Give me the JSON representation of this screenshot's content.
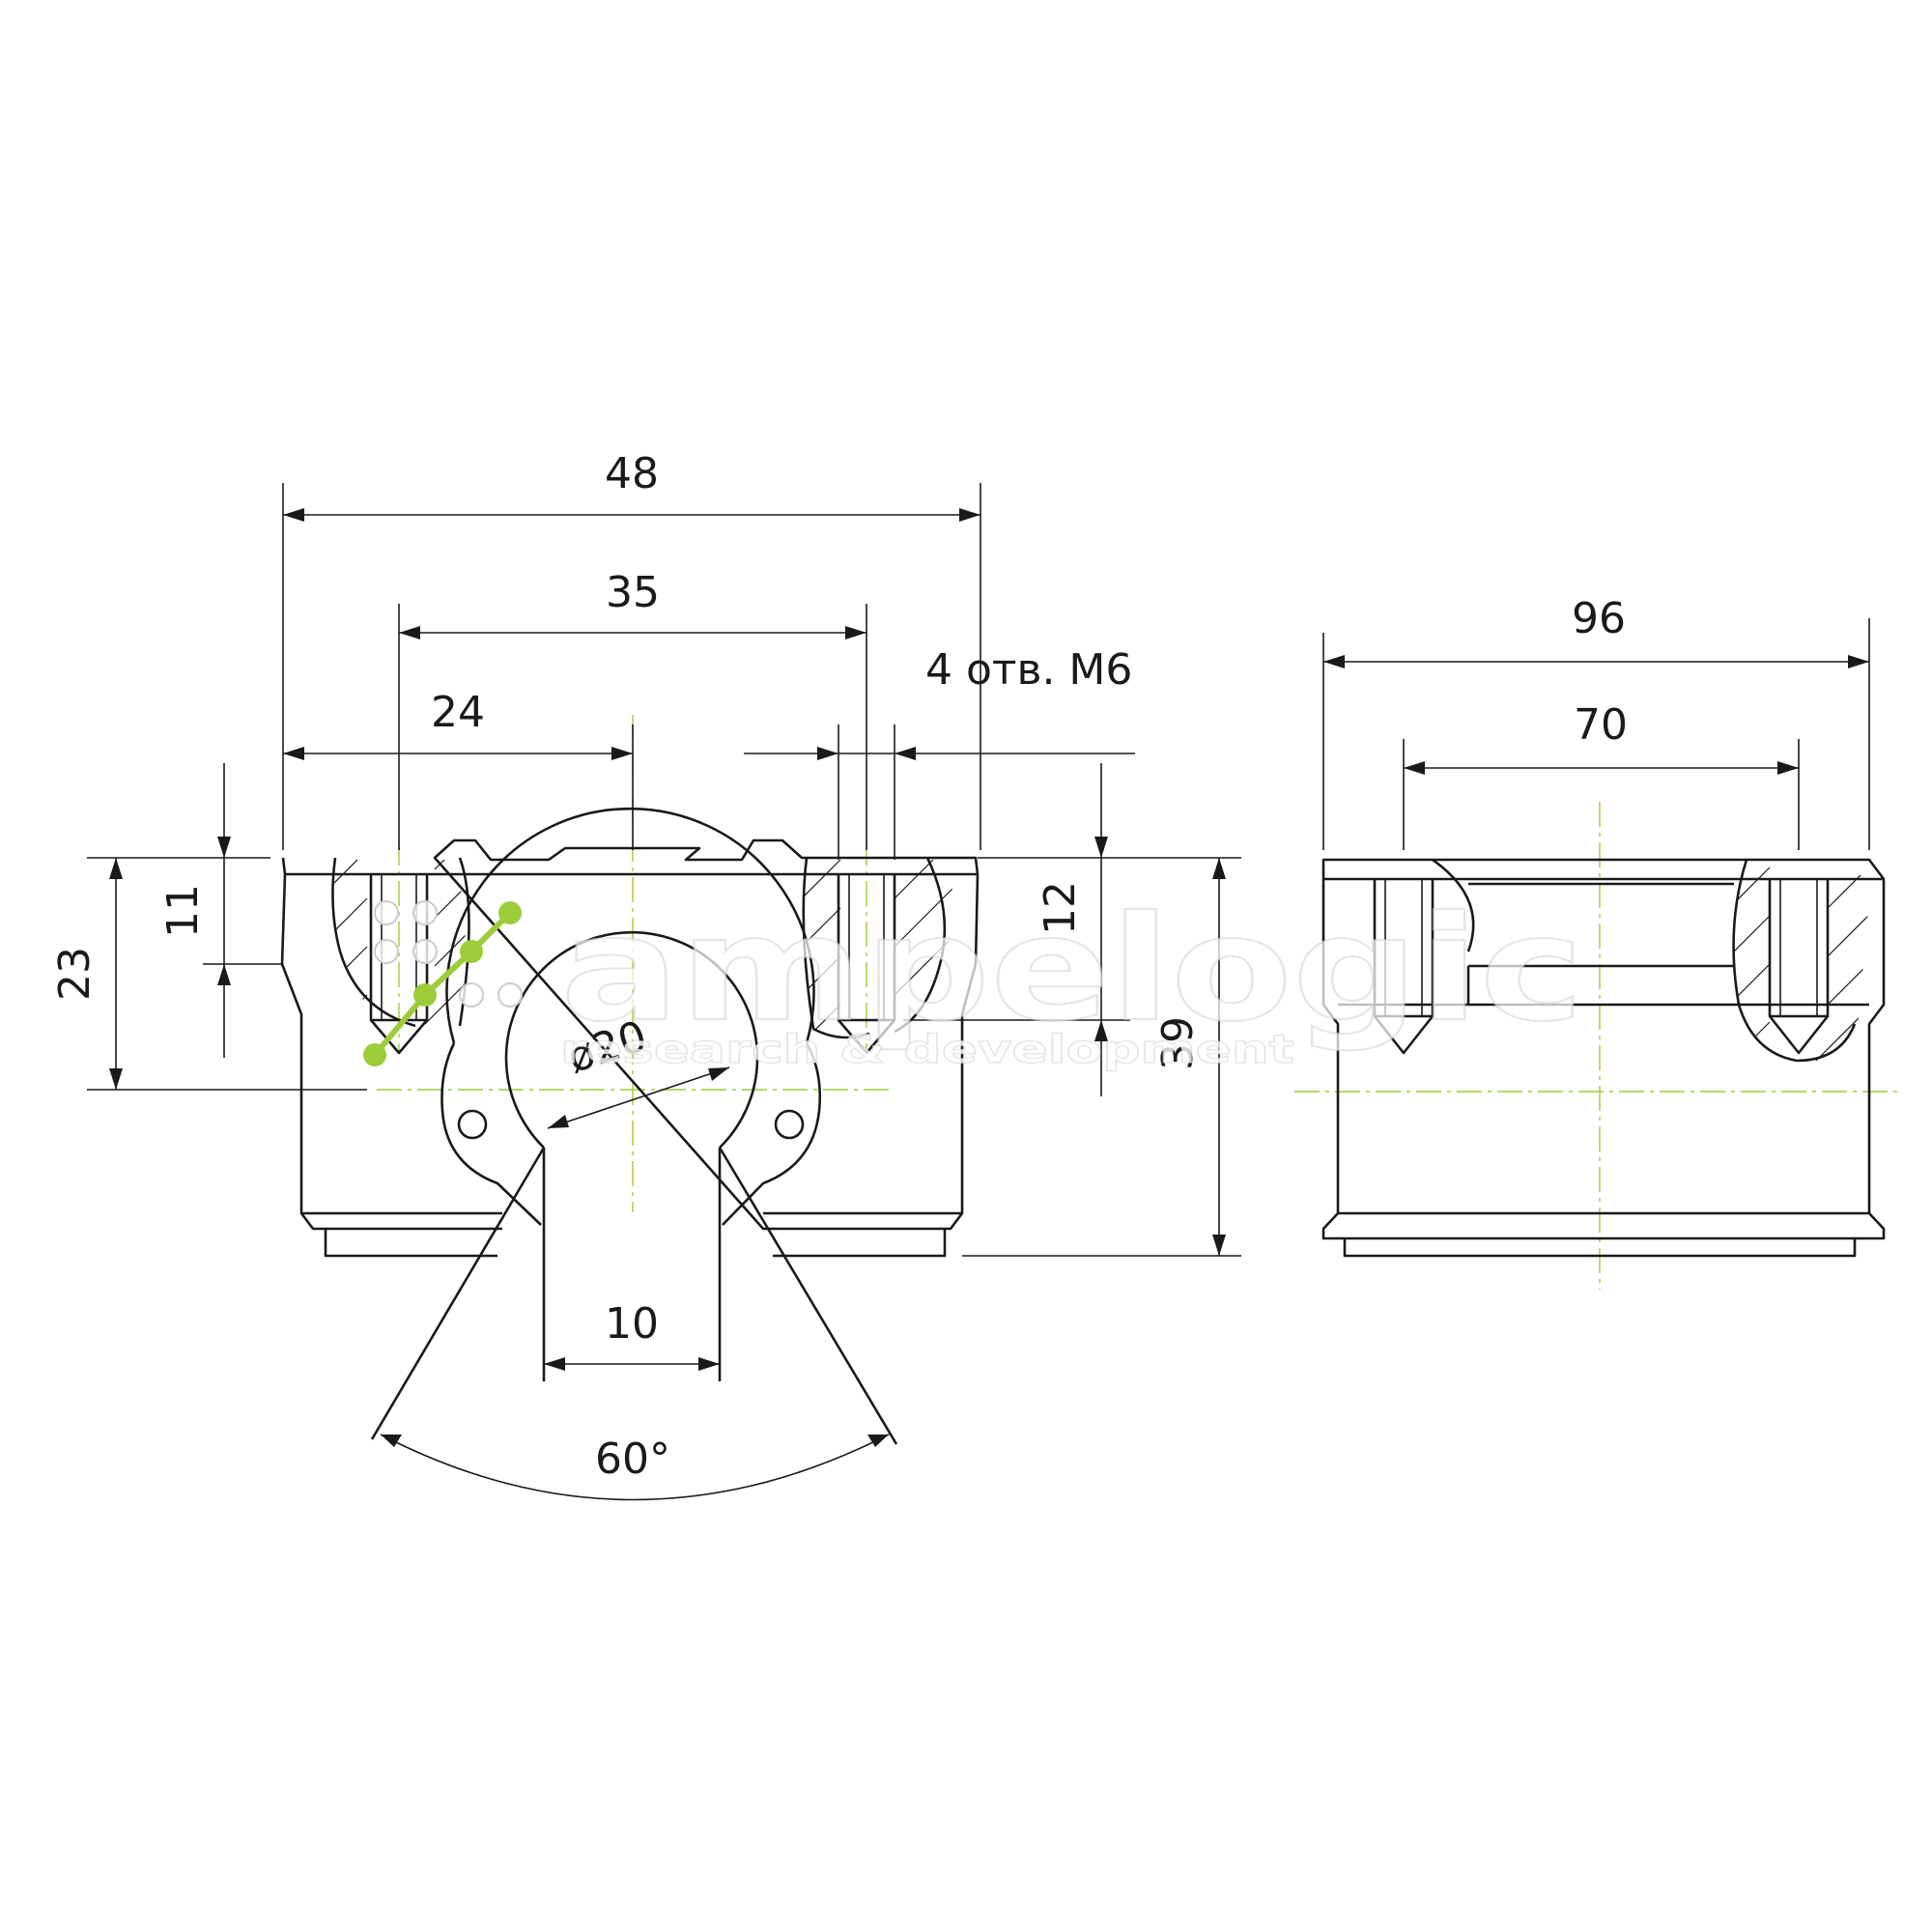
{
  "drawing": {
    "dimensions": {
      "width_total": "48",
      "hole_spacing": "35",
      "half_width": "24",
      "holes_note": "4 отв. M6",
      "height_left": "23",
      "height_mid": "11",
      "hole_depth": "12",
      "height_total": "39",
      "bore_diameter": "ø20",
      "slot_width": "10",
      "slot_angle": "60°",
      "length_total": "96",
      "length_holes": "70"
    },
    "watermark": {
      "brand": "ampelogic",
      "tagline": "research & development",
      "accent_color": "#9ccc3a"
    }
  }
}
